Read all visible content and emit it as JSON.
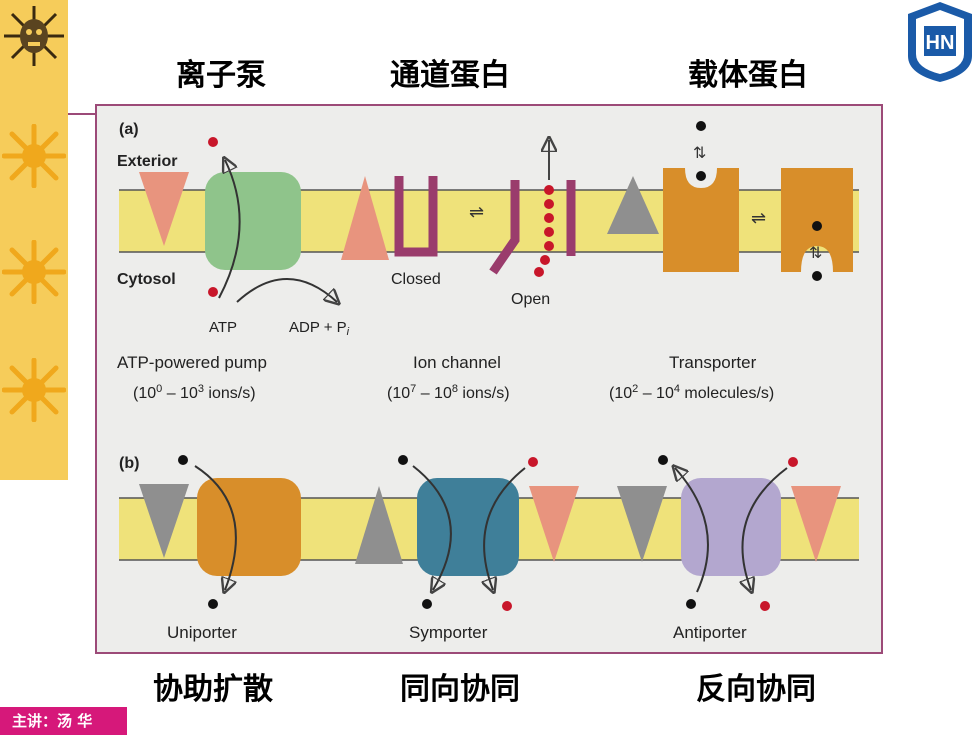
{
  "titles": {
    "pump": "离子泵",
    "channel": "通道蛋白",
    "carrier": "载体蛋白",
    "uniport": "协助扩散",
    "symport": "同向协同",
    "antiport": "反向协同"
  },
  "footer": {
    "presenter": "主讲：汤 华"
  },
  "logo": {
    "initials": "HN"
  },
  "figure": {
    "panel_a": {
      "label": "(a)",
      "exterior": "Exterior",
      "cytosol": "Cytosol",
      "atp": "ATP",
      "adp": "ADP + P",
      "adp_sub": "i",
      "closed": "Closed",
      "open": "Open",
      "pump_name": "ATP-powered pump",
      "pump_rate_pre": "(10",
      "pump_rate_sup1": "0",
      "pump_rate_mid": " – 10",
      "pump_rate_sup2": "3",
      "pump_rate_post": " ions/s)",
      "channel_name": "Ion channel",
      "channel_rate_pre": "(10",
      "channel_rate_sup1": "7",
      "channel_rate_mid": " – 10",
      "channel_rate_sup2": "8",
      "channel_rate_post": " ions/s)",
      "transporter_name": "Transporter",
      "transporter_rate_pre": "(10",
      "transporter_rate_sup1": "2",
      "transporter_rate_mid": " – 10",
      "transporter_rate_sup2": "4",
      "transporter_rate_post": " molecules/s)"
    },
    "panel_b": {
      "label": "(b)",
      "uniporter": "Uniporter",
      "symporter": "Symporter",
      "antiporter": "Antiporter"
    }
  },
  "colors": {
    "membrane": "#efe27a",
    "pump": "#8fc48b",
    "gradient_salmon": "#e8947e",
    "gradient_gray": "#8f8f8f",
    "channel": "#9a3c6c",
    "ion_red": "#c8162a",
    "transporter": "#d88e2a",
    "symporter": "#3f7f99",
    "antiporter": "#b3a7cf",
    "frame": "#9c4a78",
    "strip": "#f6cc5a",
    "footer": "#d6187a"
  }
}
